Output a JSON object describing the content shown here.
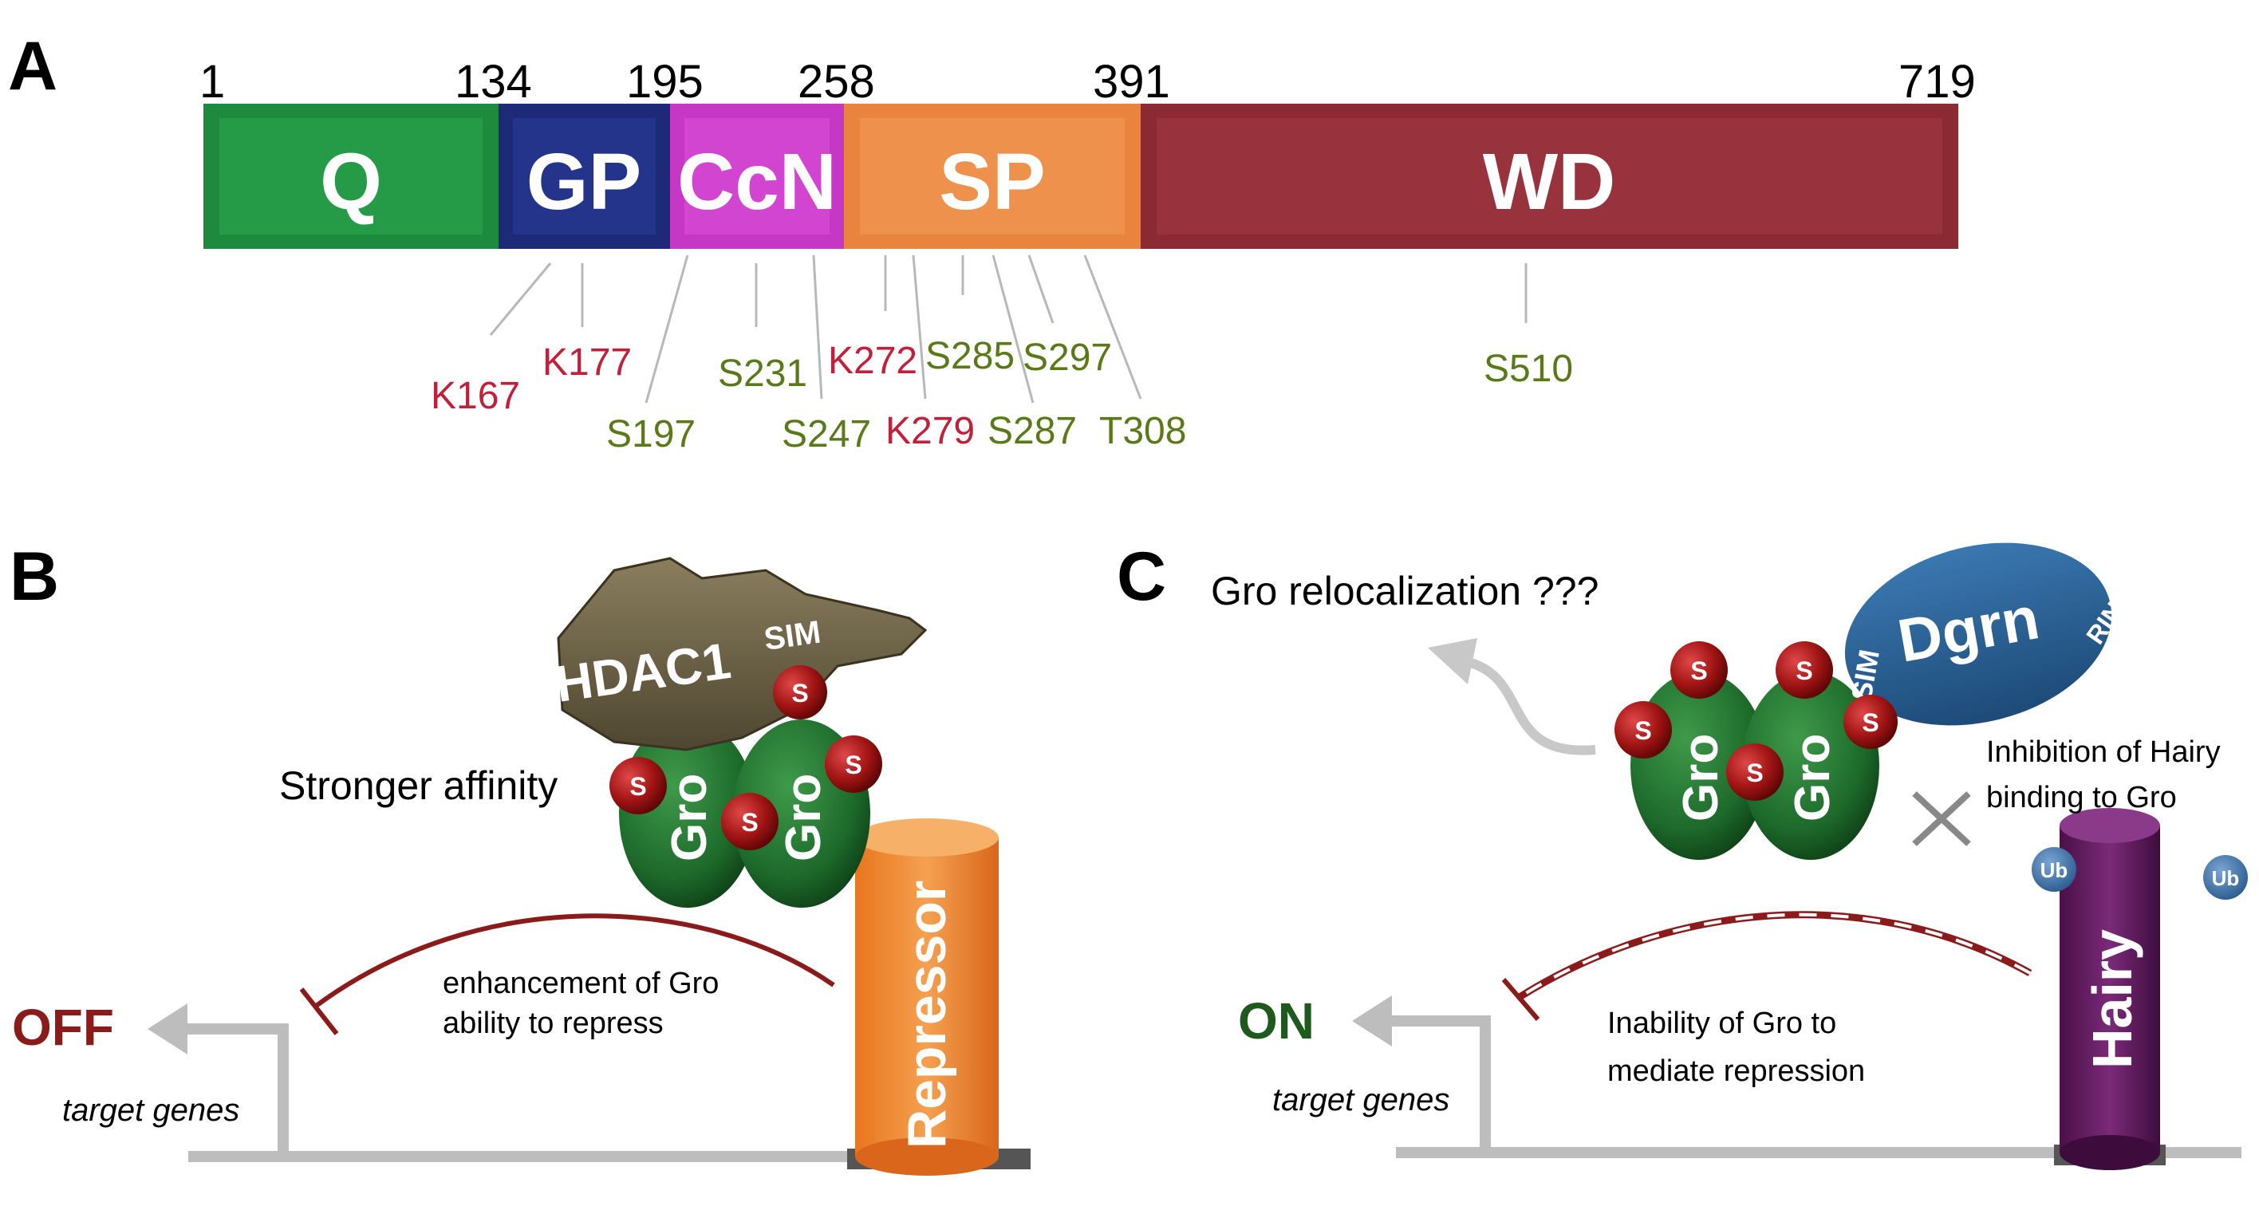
{
  "panels": {
    "a": "A",
    "b": "B",
    "c": "C"
  },
  "protein": {
    "positions": [
      "1",
      "134",
      "195",
      "258",
      "391",
      "719"
    ],
    "domains": [
      {
        "label": "Q",
        "color": "#1e8a3e"
      },
      {
        "label": "GP",
        "color": "#1c2a78"
      },
      {
        "label": "CcN",
        "color": "#c637c6"
      },
      {
        "label": "SP",
        "color": "#e8843e"
      },
      {
        "label": "WD",
        "color": "#8c2a34"
      }
    ],
    "sites": [
      {
        "label": "K167",
        "kind": "lysine"
      },
      {
        "label": "K177",
        "kind": "lysine"
      },
      {
        "label": "S197",
        "kind": "phospho"
      },
      {
        "label": "S231",
        "kind": "phospho"
      },
      {
        "label": "S247",
        "kind": "phospho"
      },
      {
        "label": "K272",
        "kind": "lysine"
      },
      {
        "label": "K279",
        "kind": "lysine"
      },
      {
        "label": "S285",
        "kind": "phospho"
      },
      {
        "label": "S287",
        "kind": "phospho"
      },
      {
        "label": "S297",
        "kind": "phospho"
      },
      {
        "label": "T308",
        "kind": "phospho"
      },
      {
        "label": "S510",
        "kind": "phospho"
      }
    ],
    "colors": {
      "lysine": "#c0203a",
      "phospho": "#5a7a1a"
    }
  },
  "panel_b": {
    "hdac": "HDAC1",
    "sim": "SIM",
    "s_mark": "S",
    "gro": "Gro",
    "affinity": "Stronger affinity",
    "repressor": "Repressor",
    "effect_line1": "enhancement of Gro",
    "effect_line2": "ability to repress",
    "state": "OFF",
    "state_color": "#8b1a1a",
    "targets": "target genes"
  },
  "panel_c": {
    "relocalization": "Gro relocalization ???",
    "dgrn": "Dgrn",
    "sim": "SIM",
    "ring": "RING",
    "s_mark": "S",
    "gro": "Gro",
    "inhibition_line1": "Inhibition of Hairy",
    "inhibition_line2": "binding to Gro",
    "ub": "Ub",
    "hairy": "Hairy",
    "effect_line1": "Inability of Gro to",
    "effect_line2": "mediate repression",
    "state": "ON",
    "state_color": "#1e5a1e",
    "targets": "target genes"
  }
}
